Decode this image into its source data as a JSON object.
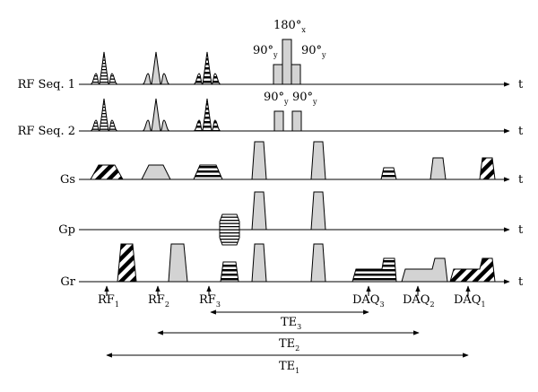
{
  "rows": {
    "rf1": {
      "label": "RF Seq. 1",
      "axis": "t"
    },
    "rf2": {
      "label": "RF Seq. 2",
      "axis": "t"
    },
    "gs": {
      "label": "Gs",
      "axis": "t"
    },
    "gp": {
      "label": "Gp",
      "axis": "t"
    },
    "gr": {
      "label": "Gr",
      "axis": "t"
    }
  },
  "pulse_labels": {
    "p90": "90°",
    "p180": "180°",
    "sub_x": "x",
    "sub_y": "y"
  },
  "markers": [
    {
      "base": "RF",
      "sub": "1"
    },
    {
      "base": "RF",
      "sub": "2"
    },
    {
      "base": "RF",
      "sub": "3"
    },
    {
      "base": "DAQ",
      "sub": "3"
    },
    {
      "base": "DAQ",
      "sub": "2"
    },
    {
      "base": "DAQ",
      "sub": "1"
    }
  ],
  "echo_times": [
    {
      "base": "TE",
      "sub": "3"
    },
    {
      "base": "TE",
      "sub": "2"
    },
    {
      "base": "TE",
      "sub": "1"
    }
  ],
  "colors": {
    "fill_gray": "#d3d3d3",
    "line": "#000000",
    "background": "#ffffff"
  }
}
